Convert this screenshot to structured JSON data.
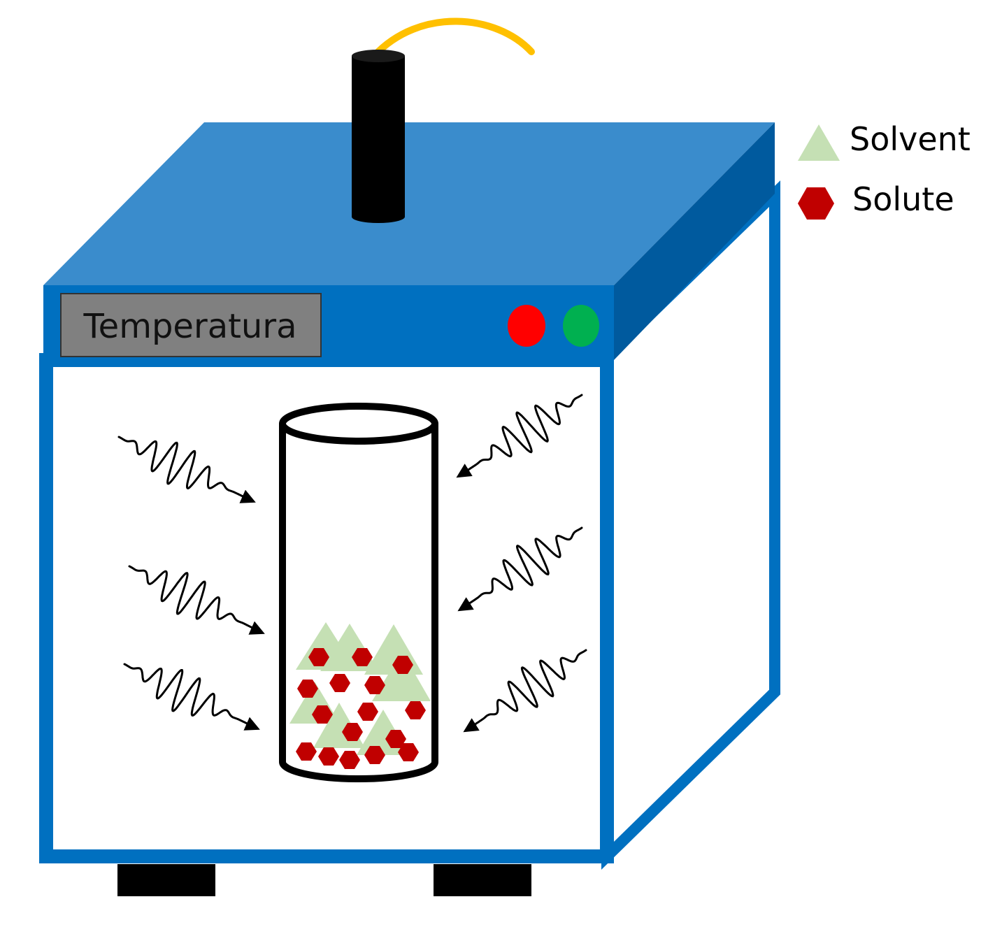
{
  "panel": {
    "label": "Temperatura"
  },
  "legend": {
    "solvent_label": "Solvent",
    "solute_label": "Solute"
  },
  "colors": {
    "box_blue": "#0070c0",
    "lid_top": "#3a8ccc",
    "lid_side": "#005a9e",
    "panel_gray": "#808080",
    "light_red": "#ff0000",
    "light_green": "#00b050",
    "cable": "#ffc000",
    "solvent": "#c5e0b4",
    "solute": "#c00000"
  },
  "icons": {
    "solvent_shape": "triangle-icon",
    "solute_shape": "hexagon-icon",
    "radiation": "wave-arrow-icon"
  }
}
